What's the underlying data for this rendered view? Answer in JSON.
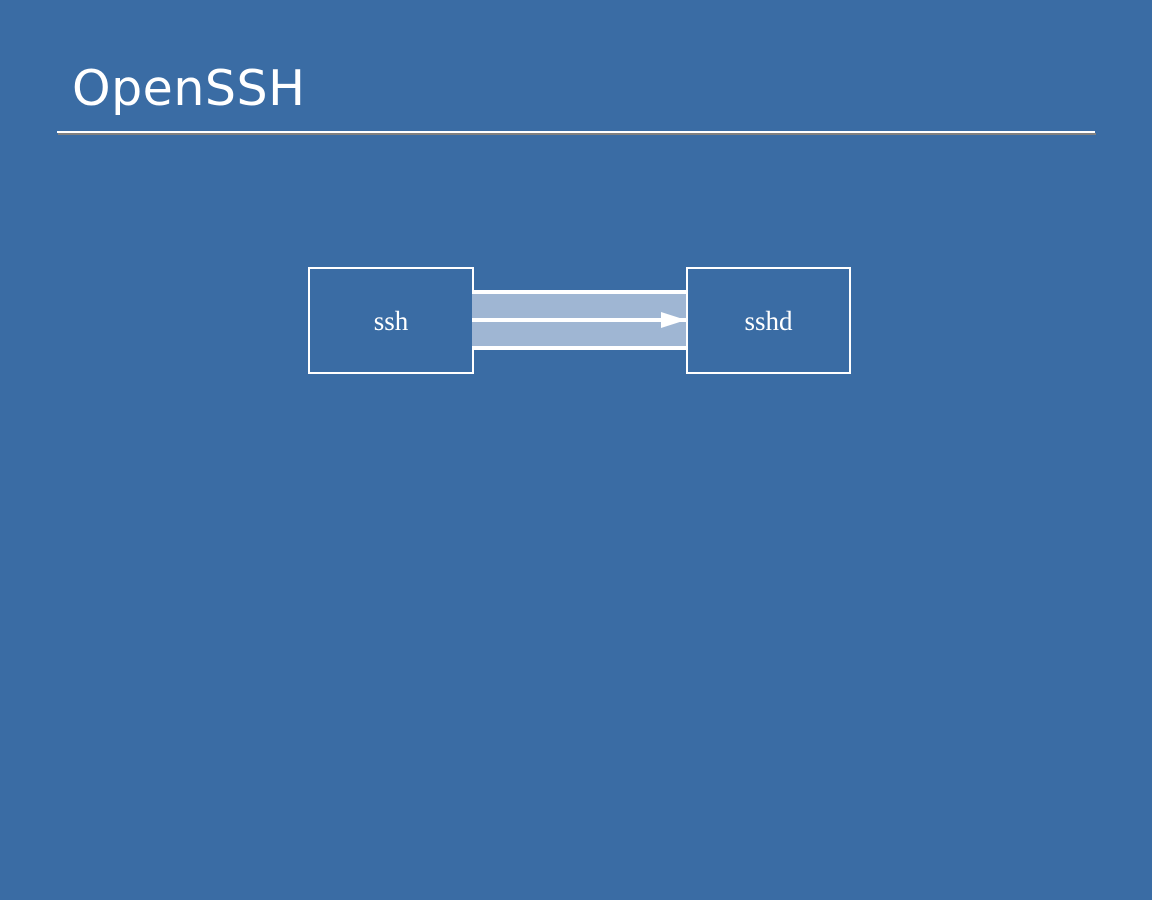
{
  "slide": {
    "title": "OpenSSH",
    "background_color": "#3a6ca4",
    "title_color": "#ffffff",
    "rule_light_color": "#ffffff",
    "rule_dark_color": "#808080"
  },
  "diagram": {
    "type": "flow",
    "accent_color": "#9fb6d3",
    "stroke_color": "#ffffff",
    "nodes": [
      {
        "id": "ssh",
        "label": "ssh"
      },
      {
        "id": "sshd",
        "label": "sshd"
      }
    ],
    "connector": {
      "from": "ssh",
      "to": "sshd",
      "direction": "right",
      "arrowhead": "filled-triangle"
    }
  }
}
